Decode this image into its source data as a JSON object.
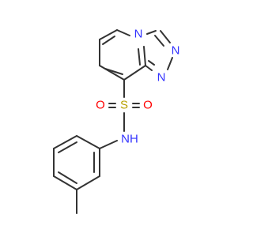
{
  "molecule": {
    "atoms": {
      "n_pyridine": {
        "label": "N",
        "color": "#3333ff"
      },
      "n_triazole_top": {
        "label": "N",
        "color": "#3333ff"
      },
      "n_triazole_bottom": {
        "label": "N",
        "color": "#3333ff"
      },
      "sulfur": {
        "label": "S",
        "color": "#b8a000"
      },
      "oxygen_left": {
        "label": "O",
        "color": "#ff0000"
      },
      "oxygen_right": {
        "label": "O",
        "color": "#ff0000"
      },
      "nh": {
        "label": "NH",
        "color": "#3333ff"
      }
    },
    "bond_color": "#333333"
  }
}
